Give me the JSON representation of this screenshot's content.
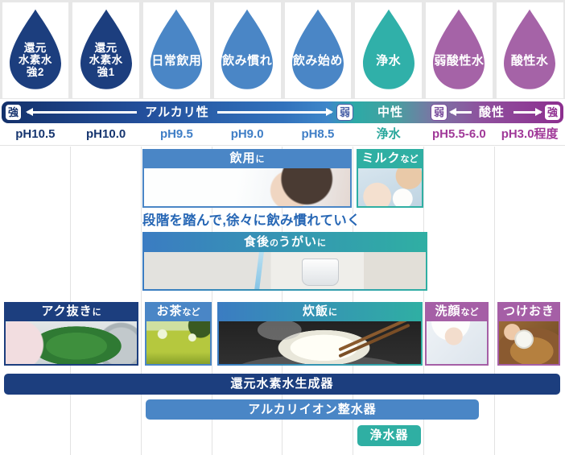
{
  "colors": {
    "navy": "#1c3e7e",
    "blue": "#4a86c6",
    "teal": "#2fafa3",
    "purple": "#a563a7",
    "magenta": "#8c2f8f",
    "ph_label_acid": "#a03898"
  },
  "drops": [
    {
      "line1": "還元",
      "line2": "水素水",
      "line3": "強2"
    },
    {
      "line1": "還元",
      "line2": "水素水",
      "line3": "強1"
    },
    {
      "label": "日常飲用"
    },
    {
      "label": "飲み慣れ"
    },
    {
      "label": "飲み始め"
    },
    {
      "label": "浄水"
    },
    {
      "label": "弱酸性水"
    },
    {
      "label": "酸性水"
    }
  ],
  "scale": {
    "alk_strong": "強",
    "alk_label": "アルカリ性",
    "alk_weak": "弱",
    "neutral": "中性",
    "acid_weak": "弱",
    "acid_label": "酸性",
    "acid_strong": "強"
  },
  "ph": [
    "pH10.5",
    "pH10.0",
    "pH9.5",
    "pH9.0",
    "pH8.5",
    "浄水",
    "pH5.5-6.0",
    "pH3.0程度"
  ],
  "usage": {
    "drinking": {
      "main": "飲用",
      "suffix": "に"
    },
    "milk": {
      "main": "ミルク",
      "suffix": "など"
    },
    "step_note": "段階を踏んで,徐々に飲み慣れていく",
    "gargle": {
      "p1": "食後",
      "p2": "の",
      "p3": "うがい",
      "p4": "に"
    },
    "akunuki": {
      "main": "アク抜き",
      "suffix": "に"
    },
    "tea": {
      "main": "お茶",
      "suffix": "など"
    },
    "rice": {
      "main": "炊飯",
      "suffix": "に"
    },
    "face": {
      "main": "洗顔",
      "suffix": "など"
    },
    "soak": {
      "main": "つけおき",
      "suffix": ""
    }
  },
  "devices": {
    "hydrogen": "還元水素水生成器",
    "alkaline_ionizer": "アルカリイオン整水器",
    "purifier": "浄水器"
  }
}
